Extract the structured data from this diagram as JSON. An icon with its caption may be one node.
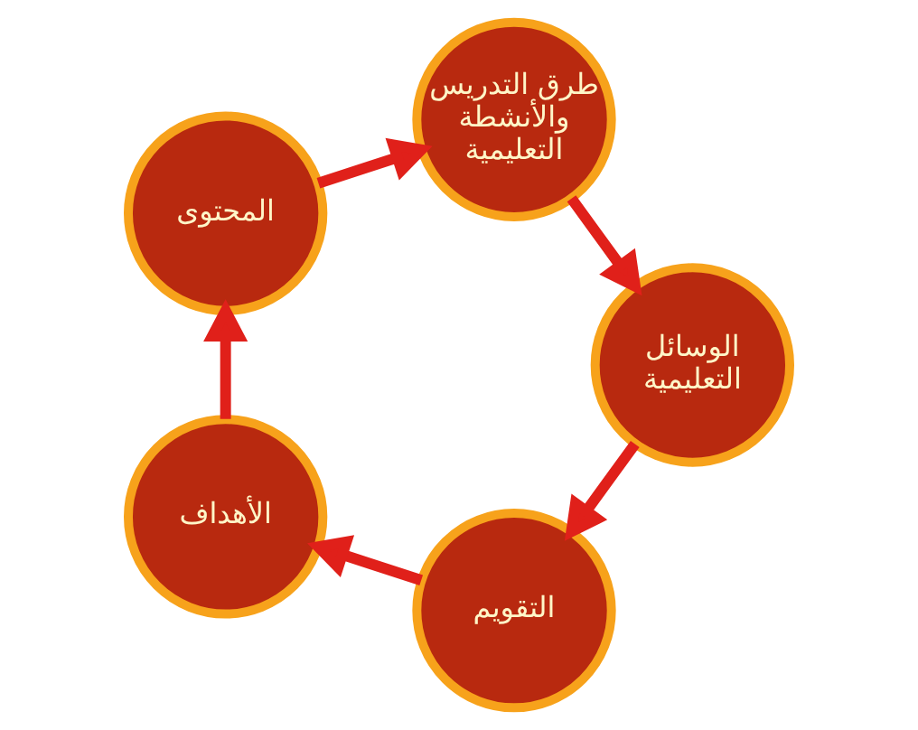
{
  "diagram": {
    "nodes": [
      {
        "text": [
          "التقويم"
        ]
      },
      {
        "text": [
          "الوسائل التعليمية"
        ]
      },
      {
        "text": [
          "الأهداف"
        ]
      },
      {
        "text": [
          "طرق التدريس والأنشطة التعليمية"
        ]
      },
      {
        "text": [
          "المحتوى"
        ]
      }
    ],
    "edges": [
      {
        "from": 0,
        "to": 2,
        "arrow": "to"
      },
      {
        "from": 2,
        "to": 4,
        "arrow": "to"
      },
      {
        "from": 4,
        "to": 3,
        "arrow": "to"
      },
      {
        "from": 3,
        "to": 1,
        "arrow": "to"
      },
      {
        "from": 1,
        "to": 0,
        "arrow": "to"
      }
    ]
  }
}
